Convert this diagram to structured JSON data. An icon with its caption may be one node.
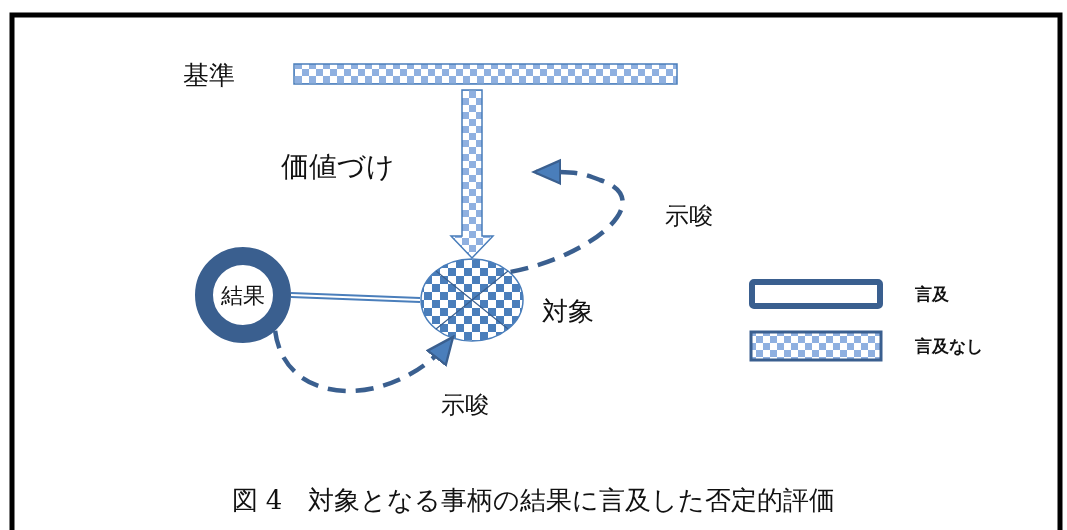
{
  "diagram": {
    "caption": "図 4　対象となる事柄の結果に言及した否定的評価",
    "nodes": [
      {
        "text": [
          "基準"
        ]
      },
      {
        "text": [
          "結果"
        ]
      },
      {
        "text": [
          "対象"
        ]
      }
    ],
    "edges": [
      {
        "from": 0,
        "to": 2,
        "arrow": "to",
        "label": "価値づけ"
      },
      {
        "from": 1,
        "to": 2,
        "arrow": "none"
      },
      {
        "from": 1,
        "to": 2,
        "arrow": "to",
        "label": "示唆",
        "style": "dashed"
      },
      {
        "from": 2,
        "to": null,
        "arrow": "to",
        "label": "示唆",
        "style": "dashed"
      }
    ],
    "legend": [
      {
        "text": "言及"
      },
      {
        "text": "言及なし"
      }
    ]
  }
}
